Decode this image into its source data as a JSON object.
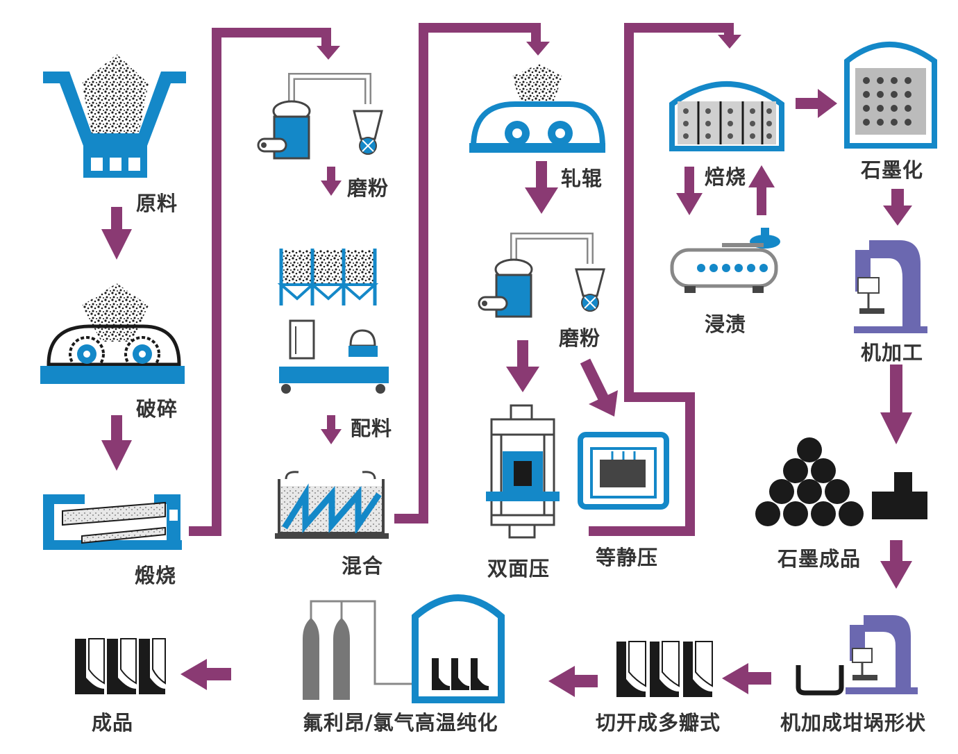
{
  "colors": {
    "blue": "#1488c8",
    "arrow": "#8a3a73",
    "dark": "#1a1a1a",
    "machine_purple": "#6b68b0",
    "gray": "#777777",
    "text": "#333333"
  },
  "steps": {
    "raw_material": "原料",
    "crushing": "破碎",
    "calcining": "煅烧",
    "grinding_1": "磨粉",
    "batching": "配料",
    "mixing": "混合",
    "rolling": "轧辊",
    "grinding_2": "磨粉",
    "double_press": "双面压",
    "isostatic_press": "等静压",
    "roasting": "焙烧",
    "impregnation": "浸渍",
    "graphitization": "石墨化",
    "machining": "机加工",
    "graphite_product": "石墨成品",
    "crucible_machining": "机加成坩埚形状",
    "cut_open": "切开成多瓣式",
    "purification": "氟利昂/氯气高温纯化",
    "final_product": "成品"
  }
}
